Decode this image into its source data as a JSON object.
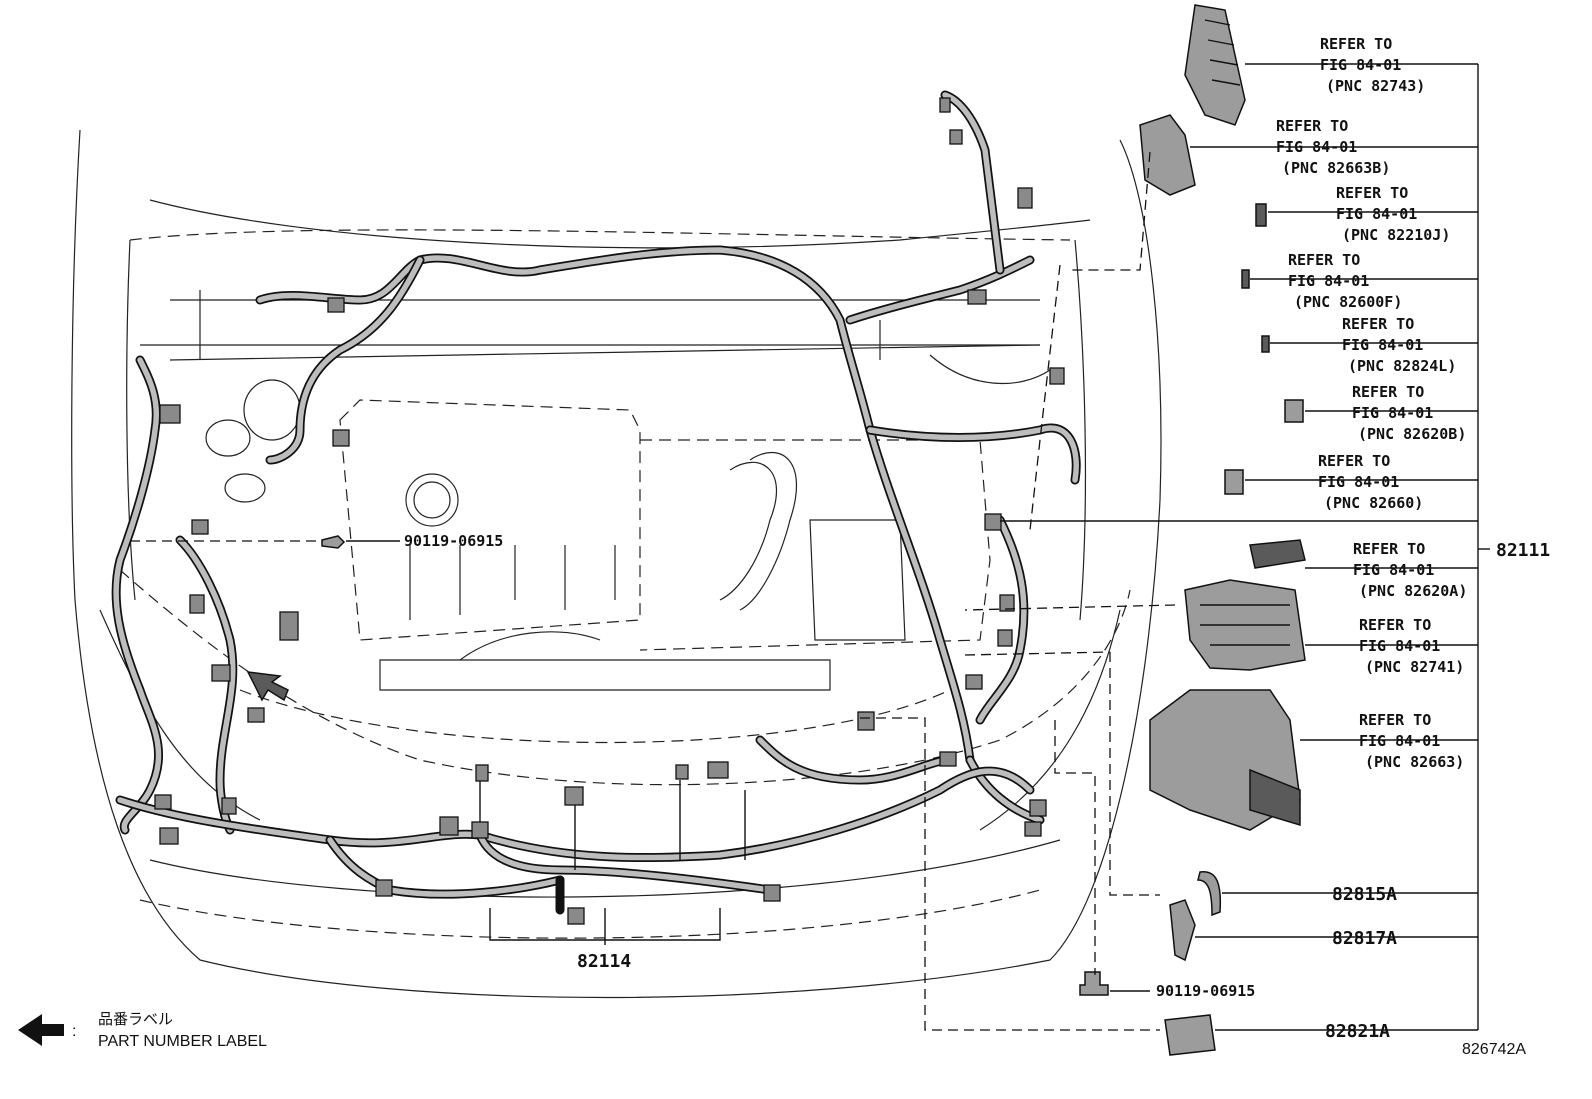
{
  "callouts": {
    "refer": [
      {
        "line1": "REFER TO",
        "line2": "FIG 84-01",
        "line3": "(PNC 82743)"
      },
      {
        "line1": "REFER TO",
        "line2": "FIG 84-01",
        "line3": "(PNC 82663B)"
      },
      {
        "line1": "REFER TO",
        "line2": "FIG 84-01",
        "line3": "(PNC 82210J)"
      },
      {
        "line1": "REFER TO",
        "line2": "FIG 84-01",
        "line3": "(PNC 82600F)"
      },
      {
        "line1": "REFER TO",
        "line2": "FIG 84-01",
        "line3": "(PNC 82824L)"
      },
      {
        "line1": "REFER TO",
        "line2": "FIG 84-01",
        "line3": "(PNC 82620B)"
      },
      {
        "line1": "REFER TO",
        "line2": "FIG 84-01",
        "line3": "(PNC 82660)"
      },
      {
        "line1": "REFER TO",
        "line2": "FIG 84-01",
        "line3": "(PNC 82620A)"
      },
      {
        "line1": "REFER TO",
        "line2": "FIG 84-01",
        "line3": "(PNC 82741)"
      },
      {
        "line1": "REFER TO",
        "line2": "FIG 84-01",
        "line3": "(PNC 82663)"
      }
    ],
    "pn_82111": "82111",
    "pn_82114": "82114",
    "pn_82815A": "82815A",
    "pn_82817A": "82817A",
    "pn_82821A": "82821A",
    "bolt_upper": "90119-06915",
    "bolt_lower": "90119-06915"
  },
  "legend": {
    "jp_label": "品番ラベル",
    "en_label": "PART NUMBER LABEL"
  },
  "figure_id": "826742A",
  "colors": {
    "ink": "#111111",
    "shade": "#9c9c9c",
    "background": "#ffffff"
  }
}
